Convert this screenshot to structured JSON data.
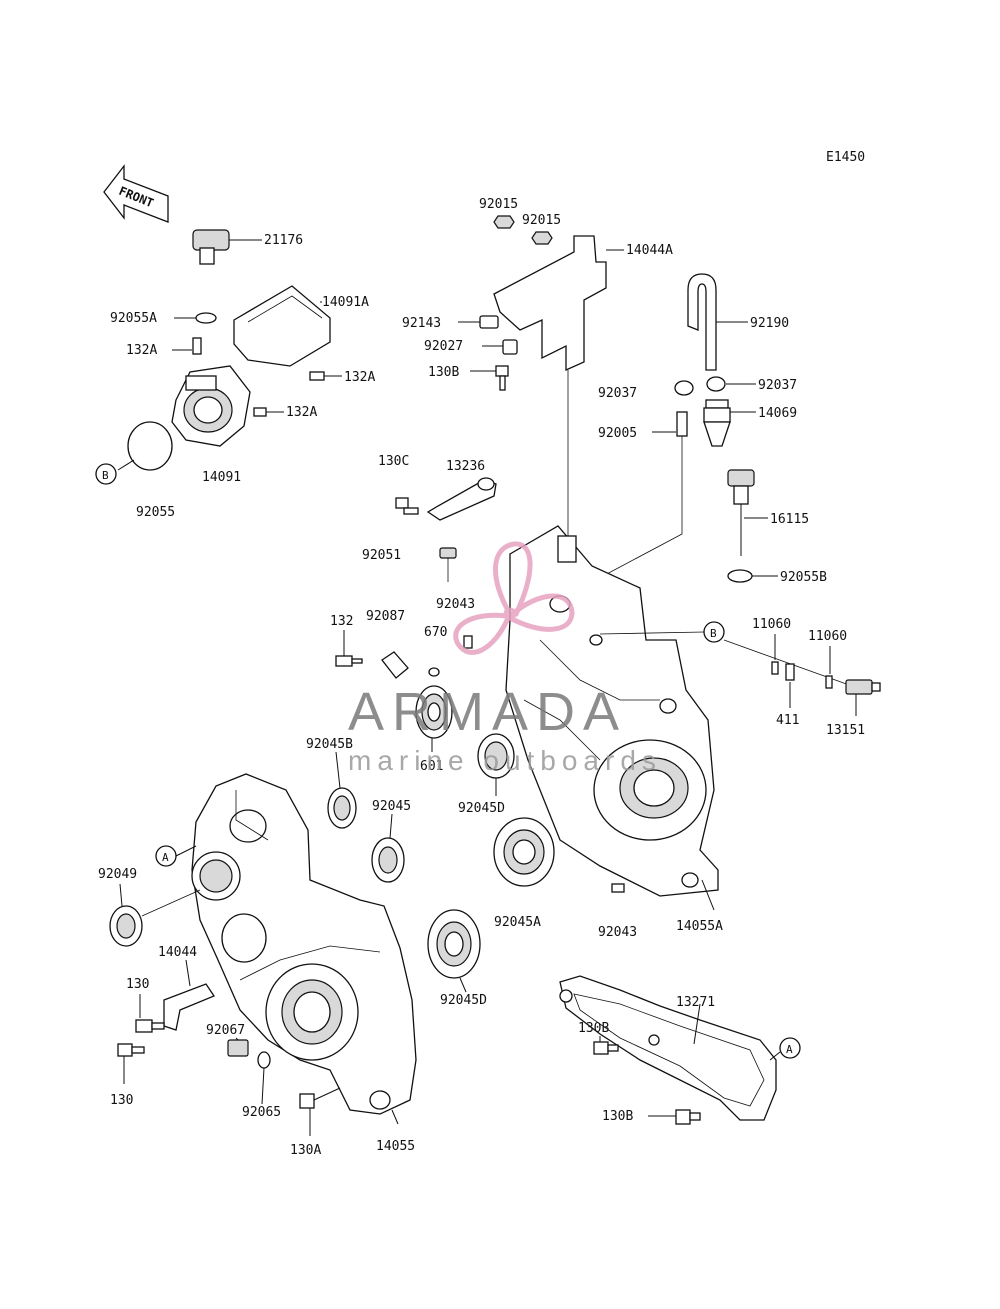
{
  "diagram_code": "E1450",
  "front_label": "FRONT",
  "watermark": {
    "brand": "ARMADA",
    "tagline": "marine outboards",
    "color": "#e7a3c1",
    "text_color": "#7a7a7a"
  },
  "callouts": {
    "A": "A",
    "B": "B"
  },
  "parts": {
    "p21176": "21176",
    "p92055A": "92055A",
    "p14091A": "14091A",
    "p132A_1": "132A",
    "p132A_2": "132A",
    "p132A_3": "132A",
    "p92055": "92055",
    "p14091": "14091",
    "p92015_1": "92015",
    "p92015_2": "92015",
    "p14044A": "14044A",
    "p92143": "92143",
    "p92027": "92027",
    "p130B_top": "130B",
    "p92190": "92190",
    "p92037_1": "92037",
    "p92037_2": "92037",
    "p14069": "14069",
    "p92005": "92005",
    "p130C": "130C",
    "p13236": "13236",
    "p16115": "16115",
    "p92051": "92051",
    "p92055B": "92055B",
    "p92043_top": "92043",
    "p92087": "92087",
    "p670": "670",
    "p132": "132",
    "p11060_1": "11060",
    "p11060_2": "11060",
    "p411": "411",
    "p13151": "13151",
    "p601": "601",
    "p92045B": "92045B",
    "p92045D_1": "92045D",
    "p92045": "92045",
    "p92049": "92049",
    "p92043_bot": "92043",
    "p14055A": "14055A",
    "p92045A": "92045A",
    "p92045D_2": "92045D",
    "p14044": "14044",
    "p130_1": "130",
    "p130_2": "130",
    "p92067": "92067",
    "p13271": "13271",
    "p130B_mid": "130B",
    "p130B_low": "130B",
    "p92065": "92065",
    "p130A": "130A",
    "p14055": "14055"
  }
}
